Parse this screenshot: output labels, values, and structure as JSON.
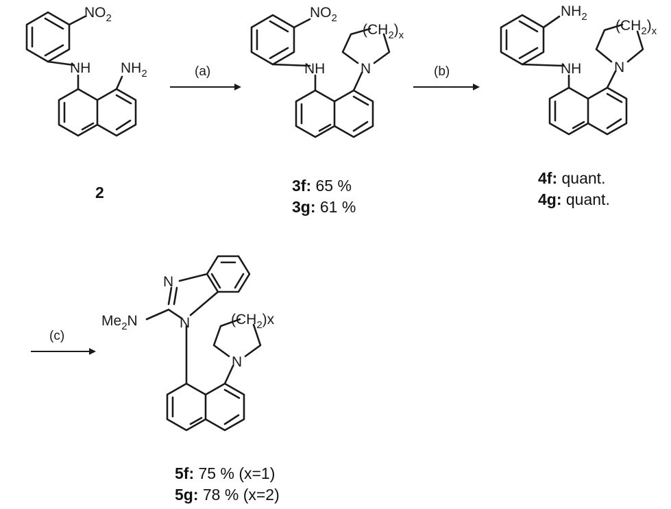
{
  "compounds": {
    "c2": {
      "id": "2"
    },
    "c3": {
      "row1": {
        "id": "3f:",
        "yield": " 65 %"
      },
      "row2": {
        "id": "3g:",
        "yield": " 61 %"
      }
    },
    "c4": {
      "row1": {
        "id": "4f:",
        "yield": " quant."
      },
      "row2": {
        "id": "4g:",
        "yield": " quant."
      }
    },
    "c5": {
      "row1": {
        "id": "5f:",
        "yield": " 75 % (x=1)"
      },
      "row2": {
        "id": "5g:",
        "yield": " 78 % (x=2)"
      }
    }
  },
  "conditions": {
    "a": "(a)",
    "b": "(b)",
    "c": "(c)"
  },
  "atoms": {
    "no2_N": "NO",
    "no2_sub": "2",
    "nh": "NH",
    "nh2_N": "NH",
    "nh2_sub": "2",
    "n": "N",
    "ring_ch2": "(CH",
    "ring_sub": "2",
    "ring_close": ")",
    "ring_x": "x",
    "me2n_a": "Me",
    "me2n_sub": "2",
    "me2n_b": "N",
    "benz_n": "N"
  }
}
